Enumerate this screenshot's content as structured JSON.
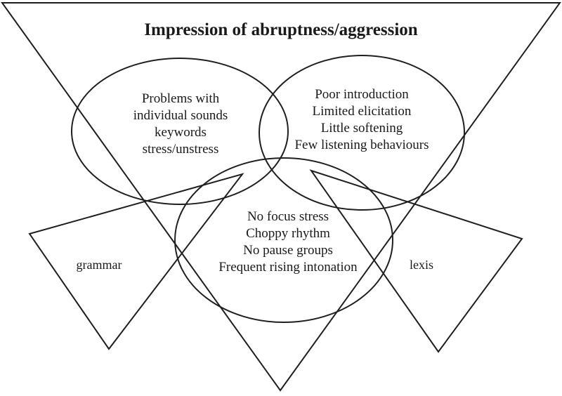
{
  "title": "Impression of abruptness/aggression",
  "circles": {
    "pronunciation": {
      "lines": [
        "Problems with",
        "individual sounds",
        "keywords",
        "stress/unstress"
      ]
    },
    "discourse": {
      "lines": [
        "Poor introduction",
        "Limited elicitation",
        "Little softening",
        "Few listening behaviours"
      ]
    },
    "prosody": {
      "lines": [
        "No focus stress",
        "Choppy rhythm",
        "No pause groups",
        "Frequent rising intonation"
      ]
    }
  },
  "triangles": {
    "left": {
      "label": "grammar"
    },
    "right": {
      "label": "lexis"
    }
  },
  "colors": {
    "stroke": "#1f1f1f",
    "background": "#ffffff",
    "text": "#1a1a1a"
  }
}
